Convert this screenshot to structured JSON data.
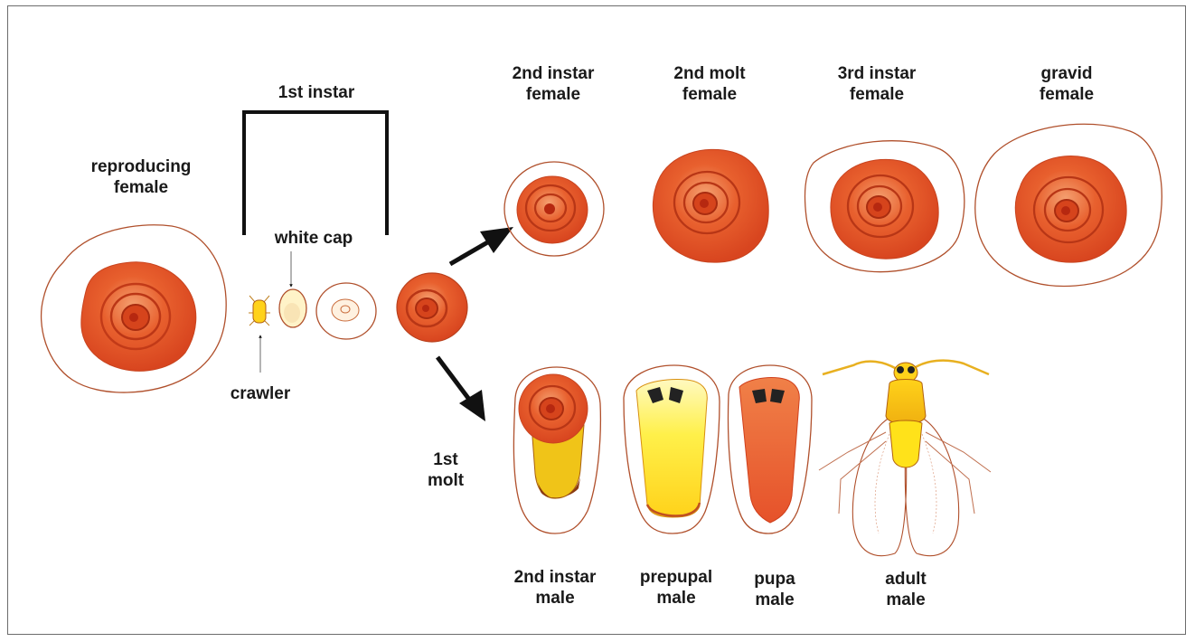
{
  "labels": {
    "reproducing_female": [
      "reproducing",
      "female"
    ],
    "first_instar": "1st instar",
    "white_cap": "white cap",
    "crawler": "crawler",
    "first_molt": [
      "1st",
      "molt"
    ],
    "second_instar_female": [
      "2nd instar",
      "female"
    ],
    "second_molt_female": [
      "2nd molt",
      "female"
    ],
    "third_instar_female": [
      "3rd instar",
      "female"
    ],
    "gravid_female": [
      "gravid",
      "female"
    ],
    "second_instar_male": [
      "2nd instar",
      "male"
    ],
    "prepupal_male": [
      "prepupal",
      "male"
    ],
    "pupa_male": [
      "pupa",
      "male"
    ],
    "adult_male": [
      "adult",
      "male"
    ]
  },
  "colors": {
    "scale_dark": "#c8321a",
    "scale_mid": "#e85a2a",
    "scale_light": "#f79a5a",
    "outline": "#a8452a",
    "yellow": "#ffe21a",
    "yellow_pale": "#fff7a0",
    "arrow": "#111111"
  }
}
